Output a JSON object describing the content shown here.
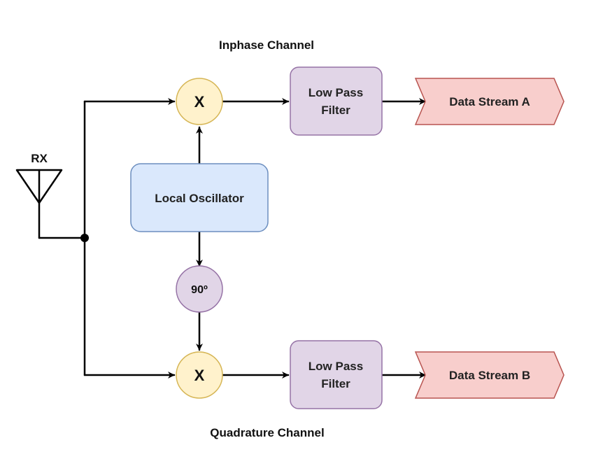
{
  "labels": {
    "inphase_channel": "Inphase Channel",
    "quadrature_channel": "Quadrature Channel",
    "rx": "RX"
  },
  "blocks": {
    "local_oscillator": "Local Oscillator",
    "phase_shifter": "90º",
    "mixer_i": "X",
    "mixer_q": "X",
    "lpf_i": [
      "Low Pass",
      "Filter"
    ],
    "lpf_q": [
      "Low Pass",
      "Filter"
    ],
    "output_a": "Data Stream A",
    "output_b": "Data Stream B"
  },
  "colors": {
    "mixer_fill": "#fff2cc",
    "mixer_stroke": "#d6b656",
    "oscillator_fill": "#dae8fc",
    "oscillator_stroke": "#6c8ebf",
    "phase_fill": "#e1d5e7",
    "phase_stroke": "#9673a6",
    "filter_fill": "#e1d5e7",
    "filter_stroke": "#9673a6",
    "output_fill": "#f8cecc",
    "output_stroke": "#b85450",
    "line": "#000000"
  }
}
